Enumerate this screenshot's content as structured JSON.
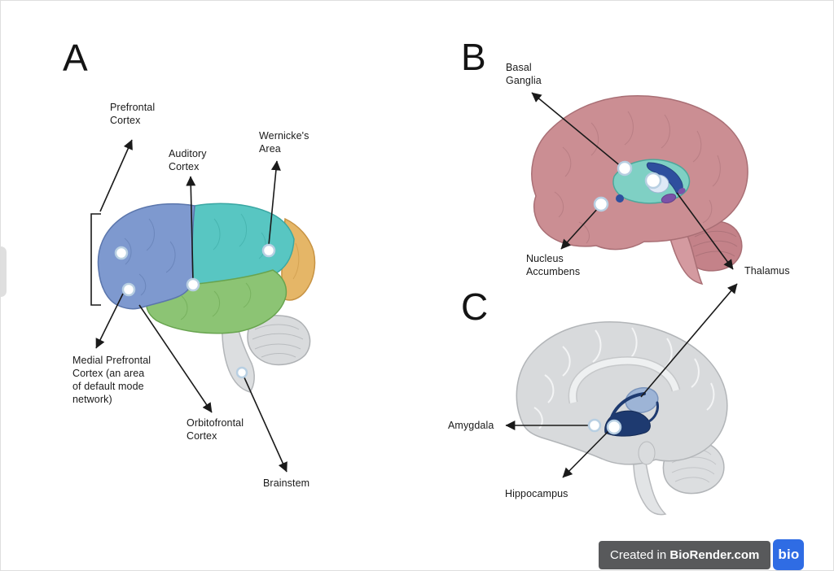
{
  "panels": {
    "a": {
      "letter": "A",
      "labels": {
        "prefrontal": "Prefrontal\nCortex",
        "auditory": "Auditory\nCortex",
        "wernickes": "Wernicke's\nArea",
        "medial_prefrontal": "Medial Prefrontal\nCortex (an area\nof default mode\nnetwork)",
        "orbitofrontal": "Orbitofrontal\nCortex",
        "brainstem": "Brainstem"
      }
    },
    "b": {
      "letter": "B",
      "labels": {
        "basal_ganglia": "Basal\nGanglia",
        "nucleus_accumbens": "Nucleus\nAccumbens",
        "thalamus": "Thalamus"
      }
    },
    "c": {
      "letter": "C",
      "labels": {
        "amygdala": "Amygdala",
        "hippocampus": "Hippocampus"
      }
    }
  },
  "badge": {
    "prefix": "Created in ",
    "brand": "BioRender.com",
    "logo": "bio"
  },
  "colors": {
    "frontal_lobe_blue": "#7e99cf",
    "parietal_teal": "#58c6c2",
    "temporal_lobe_green": "#8cc474",
    "occipital_lobe_orange": "#e5b667",
    "brain_pink": "#cb8e93",
    "basal_ganglia_teal": "#7fd0c4",
    "deep_structure_navy": "#1e3a70",
    "neutral_gray": "#d8dadc",
    "badge_gray": "#58595b",
    "badge_blue": "#2f6ce4"
  }
}
